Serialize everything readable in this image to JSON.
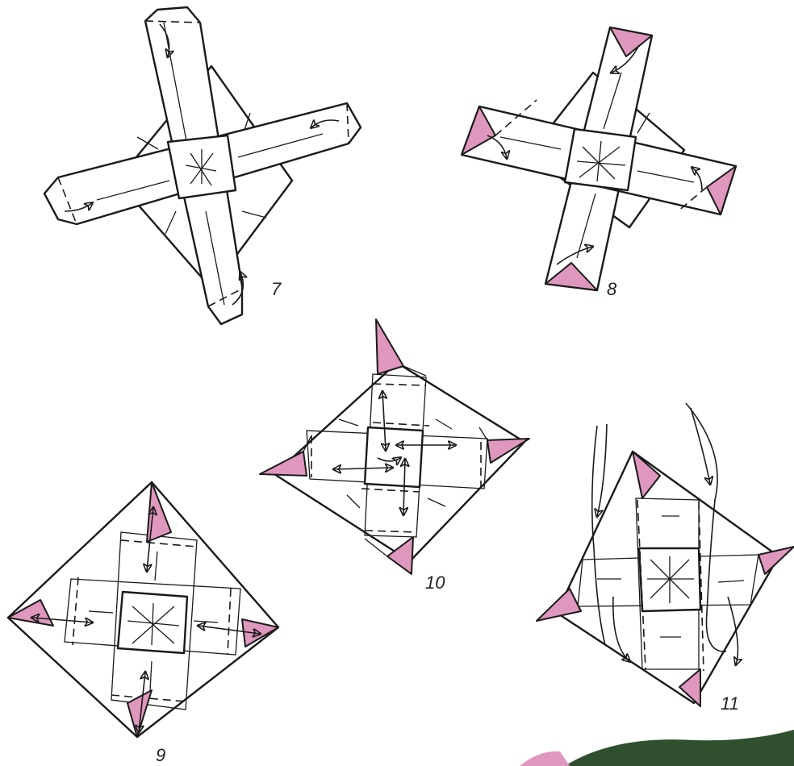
{
  "colors": {
    "pink": "#df97bd",
    "leaf": "#2f4f2f",
    "ink": "#1a1a1a",
    "paper": "#ffffff"
  },
  "steps": [
    {
      "number": "7"
    },
    {
      "number": "8"
    },
    {
      "number": "9"
    },
    {
      "number": "10"
    },
    {
      "number": "11"
    }
  ]
}
